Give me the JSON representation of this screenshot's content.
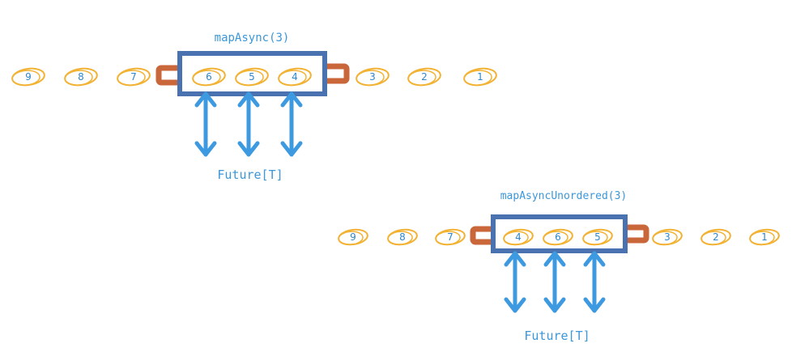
{
  "diagrams": [
    {
      "id": "ordered",
      "title": "mapAsync(3)",
      "waiting": [
        "9",
        "8",
        "7"
      ],
      "in_process": [
        "6",
        "5",
        "4"
      ],
      "emitted": [
        "3",
        "2",
        "1"
      ],
      "future_label": "Future[T]"
    },
    {
      "id": "unordered",
      "title": "mapAsyncUnordered(3)",
      "waiting": [
        "9",
        "8",
        "7"
      ],
      "in_process": [
        "4",
        "6",
        "5"
      ],
      "emitted": [
        "3",
        "2",
        "1"
      ],
      "future_label": "Future[T]"
    }
  ],
  "colors": {
    "box": "#4a72b1",
    "connector": "#c9663a",
    "element_oval": "#f2b233",
    "text": "#3b97d9",
    "arrow": "#3d9ae0"
  }
}
